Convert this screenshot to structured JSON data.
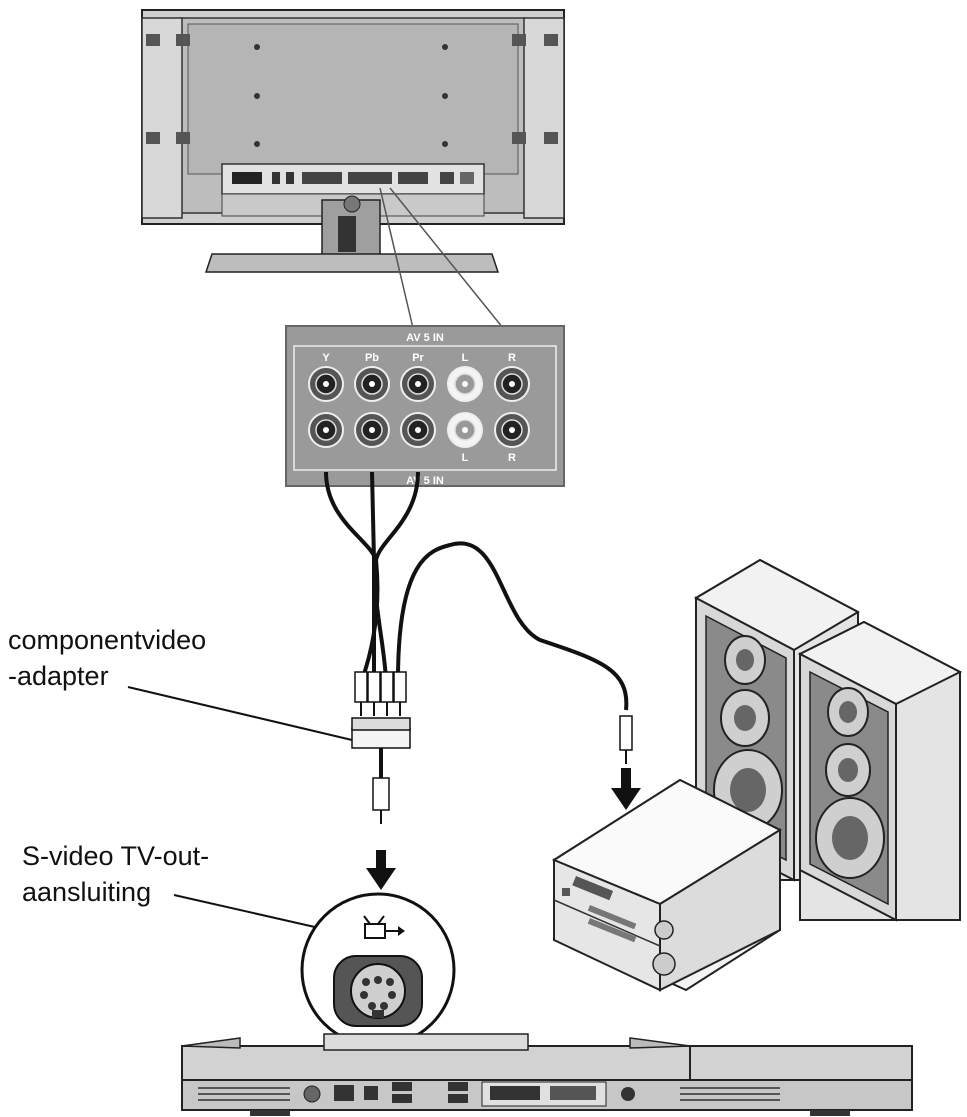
{
  "callouts": {
    "component_adapter": {
      "line1": "componentvideo",
      "line2": "-adapter"
    },
    "svideo_port": {
      "line1": "S-video TV-out-",
      "line2": "aansluiting"
    }
  },
  "av_panel": {
    "top_title": "AV 5 IN",
    "bottom_title": "AV 5 IN",
    "top_labels": [
      "Y",
      "Pb",
      "Pr",
      "L",
      "R"
    ],
    "bottom_labels": [
      "L",
      "R"
    ]
  },
  "colors": {
    "line": "#111111",
    "panel": "#9a9a9a",
    "body": "#c8c8c8"
  }
}
